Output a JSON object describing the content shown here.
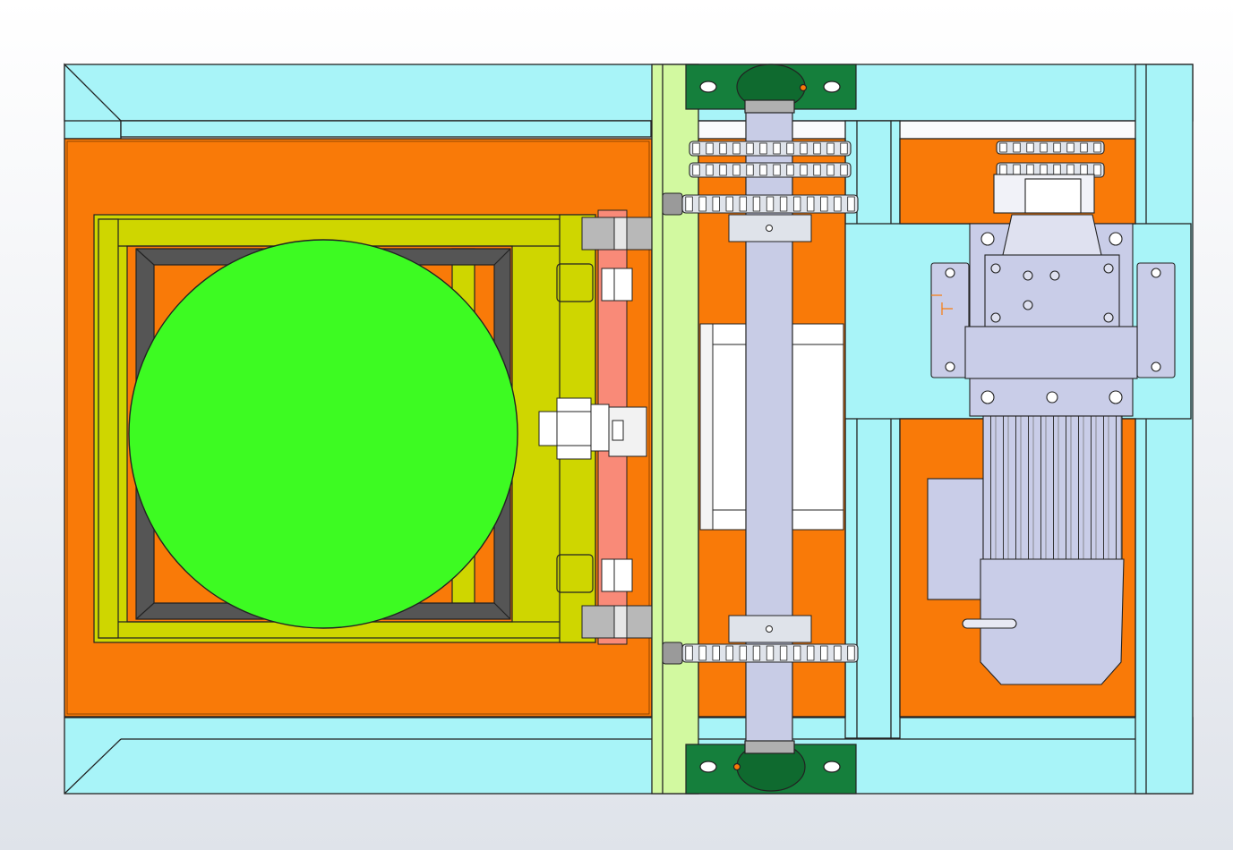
{
  "viewport": {
    "background_top": "#ffffff",
    "background_bottom": "#dfe3ea"
  },
  "drawing": {
    "view": "top view",
    "parts": [
      {
        "name": "outer-frame",
        "color": "#a8f4f8"
      },
      {
        "name": "base-plate",
        "color": "#f97a08"
      },
      {
        "name": "rotary-table-frame",
        "color": "#cfd600"
      },
      {
        "name": "inner-frame",
        "color": "#555555"
      },
      {
        "name": "turntable-disc",
        "color": "#3dfb22"
      },
      {
        "name": "guide-strip",
        "color": "#f98a78"
      },
      {
        "name": "cross-rail",
        "color": "#d2f9a0"
      },
      {
        "name": "drive-shaft",
        "color": "#c8cce6"
      },
      {
        "name": "pillow-block-bearing",
        "color": "#157f3c"
      },
      {
        "name": "sprocket",
        "color": "#dfe3ea"
      },
      {
        "name": "gear-reducer",
        "color": "#c9cde8"
      },
      {
        "name": "electric-motor",
        "color": "#c9cde8"
      },
      {
        "name": "motor-mount-plate",
        "color": "#a8f4f8"
      }
    ],
    "outline_color": "#222222"
  }
}
